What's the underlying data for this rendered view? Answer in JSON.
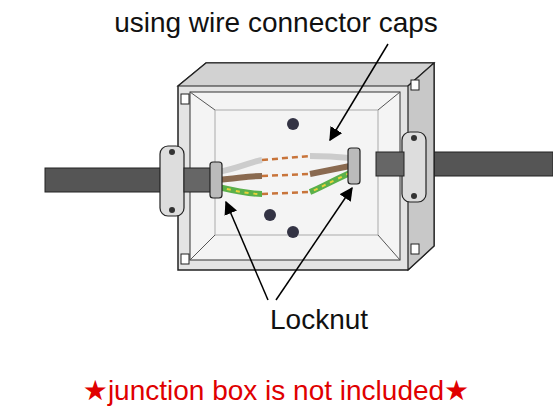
{
  "diagram": {
    "labels": [
      "using wire connector caps",
      "Locknut",
      "★junction box is not included★"
    ]
  }
}
